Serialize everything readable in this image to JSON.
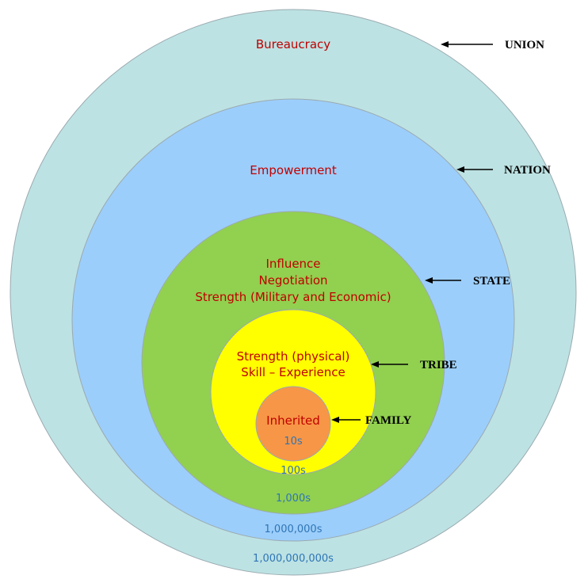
{
  "colors": {
    "union": "#bde2e3",
    "nation": "#9ccefb",
    "state": "#92d050",
    "tribe": "#ffff00",
    "family": "#f79646",
    "description_text": "#c00000",
    "population_text": "#2e75b6"
  },
  "levels": [
    {
      "key": "union",
      "label": "UNION",
      "descriptions": [
        "Bureaucracy"
      ],
      "population": "1,000,000,000s"
    },
    {
      "key": "nation",
      "label": "NATION",
      "descriptions": [
        "Empowerment"
      ],
      "population": "1,000,000s"
    },
    {
      "key": "state",
      "label": "STATE",
      "descriptions": [
        "Influence",
        "Negotiation",
        "Strength (Military and Economic)"
      ],
      "population": "1,000s"
    },
    {
      "key": "tribe",
      "label": "TRIBE",
      "descriptions": [
        "Strength (physical)",
        "Skill – Experience"
      ],
      "population": "100s"
    },
    {
      "key": "family",
      "label": "FAMILY",
      "descriptions": [
        "Inherited"
      ],
      "population": "10s"
    }
  ]
}
